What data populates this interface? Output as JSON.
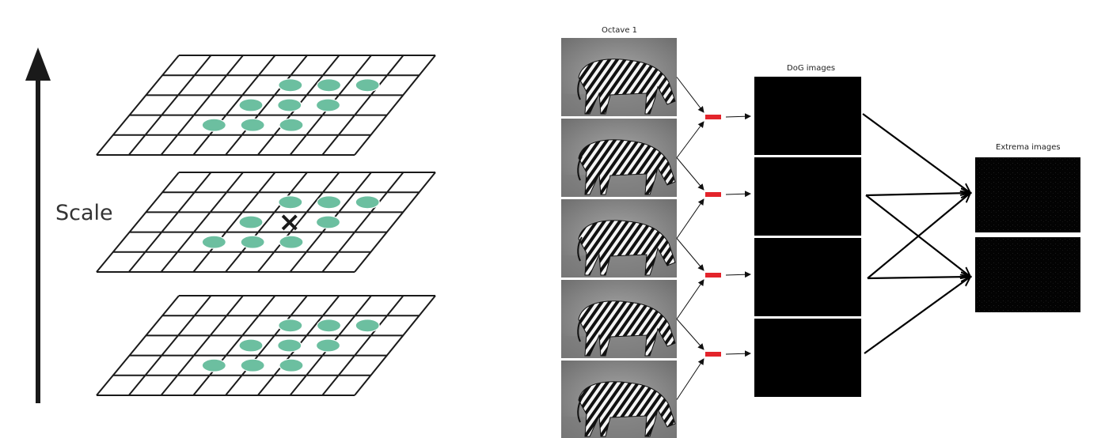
{
  "left_diagram": {
    "axis_label": "Scale",
    "layer_count": 3,
    "grid_cells": {
      "cols": 8,
      "rows": 5
    },
    "marker": "×",
    "colors": {
      "ellipse": "#6cbfa0",
      "grid": "#1a1a1a",
      "arrow": "#1a1a1a"
    }
  },
  "right_diagram": {
    "octave_label": "Octave 1",
    "dog_label": "DoG images",
    "extrema_label": "Extrema images",
    "gaussian_image_count": 5,
    "dog_image_count": 4,
    "extrema_image_count": 2,
    "colors": {
      "minus_sign": "#e3242b",
      "dog_fill": "#000000",
      "extrema_fill": "#050505"
    }
  }
}
